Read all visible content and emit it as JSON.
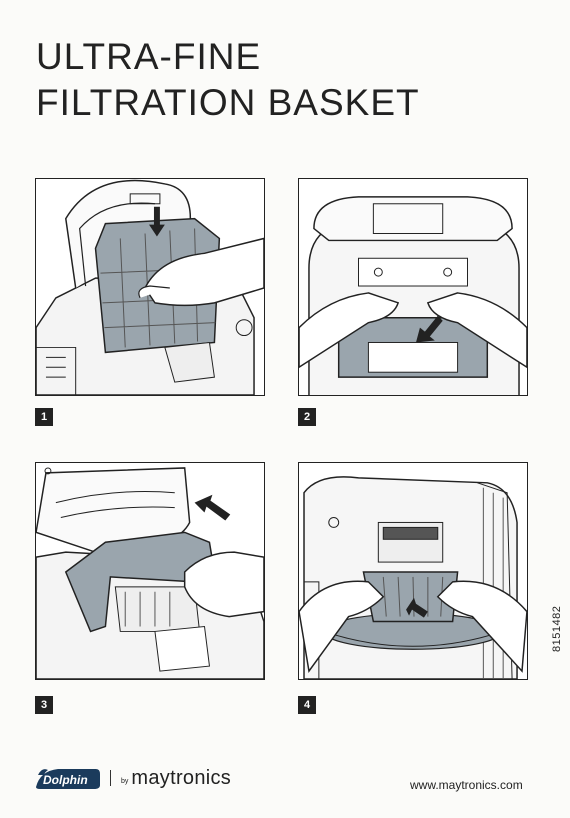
{
  "title": {
    "line1": "ULTRA-FINE",
    "line2": "FILTRATION BASKET"
  },
  "steps": [
    {
      "number": "1",
      "action": "arrow-up-icon"
    },
    {
      "number": "2",
      "action": "arrow-down-icon"
    },
    {
      "number": "3",
      "action": "arrow-up-right-icon"
    },
    {
      "number": "4",
      "action": "arrow-up-icon"
    }
  ],
  "document_code": "8151482",
  "footer": {
    "brand": "Dolphin",
    "by": "by",
    "maytronics_logo": "maytronics",
    "url": "www.maytronics.com"
  },
  "colors": {
    "filter_fill": "#9aa5ad",
    "ink": "#222222"
  }
}
